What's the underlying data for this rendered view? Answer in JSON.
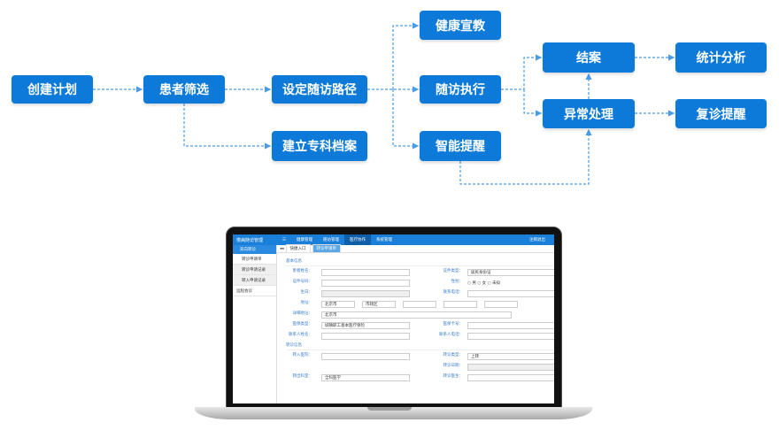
{
  "flow": {
    "nodes": [
      "创建计划",
      "患者筛选",
      "设定随访路径",
      "建立专科档案",
      "健康宣教",
      "随访执行",
      "智能提醒",
      "结案",
      "异常处理",
      "统计分析",
      "复诊提醒"
    ]
  },
  "app": {
    "title": "慢病随访管理",
    "nav": [
      "健康管理",
      "随访管理",
      "医疗协作",
      "系统管理"
    ],
    "logout": "注销退出",
    "sidebar": {
      "group": "双向转诊",
      "items": [
        "转诊申请单",
        "转诊申请记录",
        "转入申请记录"
      ],
      "group2": "远程会诊"
    },
    "tabs": [
      "快捷入口",
      "转诊申请单"
    ],
    "sections": [
      "基本信息",
      "转诊信息"
    ],
    "fields": {
      "name": "患者姓名：",
      "idno": "证件号码：",
      "birth": "生日：",
      "addr": "地址：",
      "addr_detail": "详细地址：",
      "ins_type": "医保类型：",
      "contact": "联系人姓名：",
      "idtype": "证件类型：",
      "gender": "性别：",
      "phone": "联系电话：",
      "ins_no": "医保卡号：",
      "contact_phone": "联系人电话：",
      "hosp": "转入医院：",
      "ref_type": "转诊类型：",
      "ref_date": "转诊日期：",
      "dept": "转出科室：",
      "doctor": "转诊医生："
    },
    "values": {
      "idtype": "居民身份证",
      "genders": [
        "男",
        "女",
        "未知"
      ],
      "province": "北京市",
      "city": "市辖区",
      "addr_detail": "北京市",
      "ins_type": "城镇职工基本医疗保险",
      "ref_type": "上转",
      "dept": "全科医学"
    }
  }
}
